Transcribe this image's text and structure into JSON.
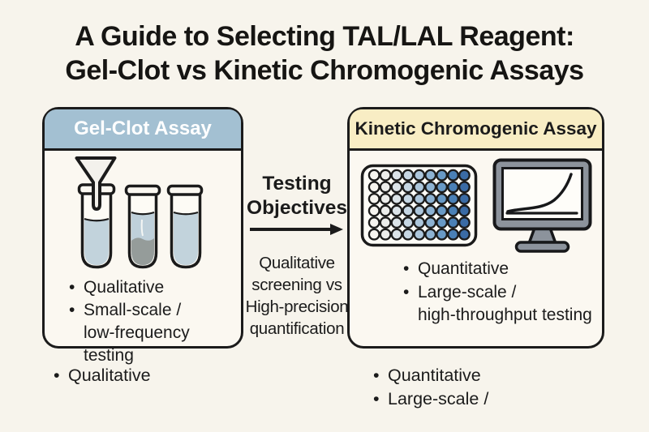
{
  "ui": {
    "bullet": "•",
    "background": "#f7f4ec",
    "ink": "#1b1b1b"
  },
  "title": {
    "line1": "A Guide to Selecting TAL/LAL Reagent:",
    "line2": "Gel-Clot vs Kinetic Chromogenic Assays"
  },
  "left_panel": {
    "header": "Gel-Clot Assay",
    "header_bg": "#a3c0d2",
    "header_text_color": "#ffffff",
    "bullets": [
      {
        "line1": "Qualitative"
      },
      {
        "line1": "Small-scale /",
        "line2": "low-frequency testing"
      }
    ]
  },
  "middle": {
    "title_line1": "Testing",
    "title_line2": "Objectives",
    "desc": [
      "Qualitative",
      "screening vs",
      "High-precision",
      "quantification"
    ]
  },
  "right_panel": {
    "header": "Kinetic Chromogenic Assay",
    "header_bg": "#f8edc4",
    "bullets": [
      {
        "line1": "Quantitative"
      },
      {
        "line1": "Large-scale /",
        "line2": "high-throughput testing"
      }
    ],
    "plate": {
      "rows": 6,
      "cols": 9,
      "column_colors": [
        "#f6f4ef",
        "#ecedeb",
        "#dbe3e8",
        "#c6d6e3",
        "#adc6db",
        "#8db2d2",
        "#6899c5",
        "#4a80b6",
        "#3a6ba5"
      ]
    }
  },
  "footer": {
    "left": [
      "Qualitative"
    ],
    "right": [
      "Quantitative",
      "Large-scale /"
    ]
  },
  "colors": {
    "panel_bg": "#fbf8f1",
    "tube_liquid": "#c2d3dc",
    "clot_gray": "#959c9a",
    "monitor_gray": "#8c939c",
    "well_outline": "#1b1b1b"
  },
  "icons": {
    "funnel": "funnel-icon",
    "test_tubes": "test-tube-icon",
    "microplate": "microplate-icon",
    "monitor": "monitor-icon",
    "arrow_right": "arrow-right-icon"
  }
}
